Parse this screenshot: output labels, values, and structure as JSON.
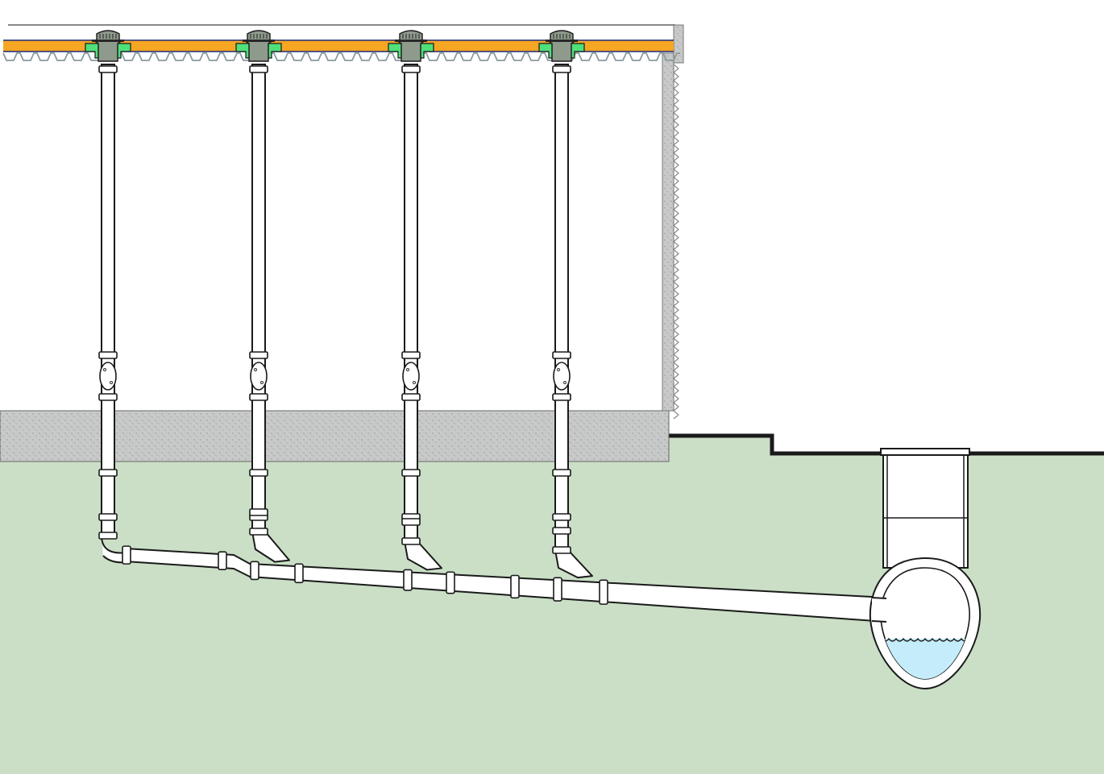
{
  "colors": {
    "background": "#ffffff",
    "soil": "#cadfc6",
    "concrete": "#c8c9c9",
    "insulation": "#f5a623",
    "membrane_line": "#1e2a78",
    "roof_deck": "#8a9aa0",
    "drain_body": "#8e9a8c",
    "drain_flange": "#4fe07a",
    "pipe": "#ffffff",
    "outline": "#1a1a1a",
    "water": "#c4ecfb"
  },
  "drains": [
    {
      "id": "roof-drain-1"
    },
    {
      "id": "roof-drain-2"
    },
    {
      "id": "roof-drain-3"
    },
    {
      "id": "roof-drain-4"
    }
  ]
}
